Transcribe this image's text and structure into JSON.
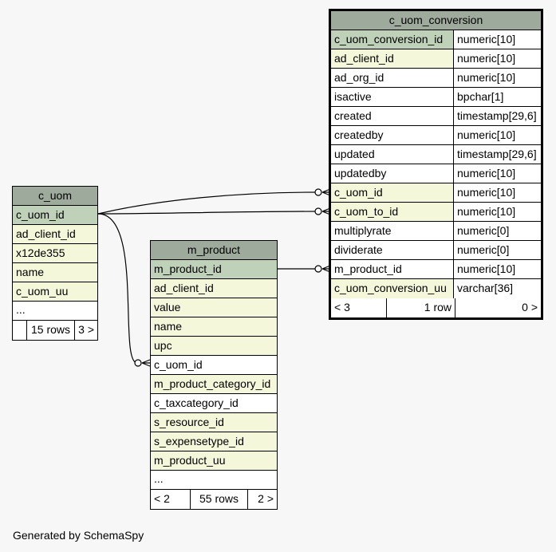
{
  "tables": {
    "c_uom": {
      "name": "c_uom",
      "columns": [
        "c_uom_id",
        "ad_client_id",
        "x12de355",
        "name",
        "c_uom_uu"
      ],
      "ellipsis": "...",
      "footer": {
        "left": "",
        "mid": "15 rows",
        "right": "3 >"
      }
    },
    "m_product": {
      "name": "m_product",
      "columns": [
        "m_product_id",
        "ad_client_id",
        "value",
        "name",
        "upc",
        "c_uom_id",
        "m_product_category_id",
        "c_taxcategory_id",
        "s_resource_id",
        "s_expensetype_id",
        "m_product_uu"
      ],
      "ellipsis": "...",
      "footer": {
        "left": "< 2",
        "mid": "55 rows",
        "right": "2 >"
      }
    },
    "c_uom_conversion": {
      "name": "c_uom_conversion",
      "columns": [
        {
          "name": "c_uom_conversion_id",
          "type": "numeric[10]"
        },
        {
          "name": "ad_client_id",
          "type": "numeric[10]"
        },
        {
          "name": "ad_org_id",
          "type": "numeric[10]"
        },
        {
          "name": "isactive",
          "type": "bpchar[1]"
        },
        {
          "name": "created",
          "type": "timestamp[29,6]"
        },
        {
          "name": "createdby",
          "type": "numeric[10]"
        },
        {
          "name": "updated",
          "type": "timestamp[29,6]"
        },
        {
          "name": "updatedby",
          "type": "numeric[10]"
        },
        {
          "name": "c_uom_id",
          "type": "numeric[10]"
        },
        {
          "name": "c_uom_to_id",
          "type": "numeric[10]"
        },
        {
          "name": "multiplyrate",
          "type": "numeric[0]"
        },
        {
          "name": "dividerate",
          "type": "numeric[0]"
        },
        {
          "name": "m_product_id",
          "type": "numeric[10]"
        },
        {
          "name": "c_uom_conversion_uu",
          "type": "varchar[36]"
        }
      ],
      "footer": {
        "left": "< 3",
        "mid": "1 row",
        "right": "0 >"
      }
    }
  },
  "footer_text": "Generated by SchemaSpy",
  "colors": {
    "header": "#9eab9c",
    "primary_key": "#bfd1b9",
    "indexed": "#f4f7da",
    "background": "#f7f7f7"
  }
}
